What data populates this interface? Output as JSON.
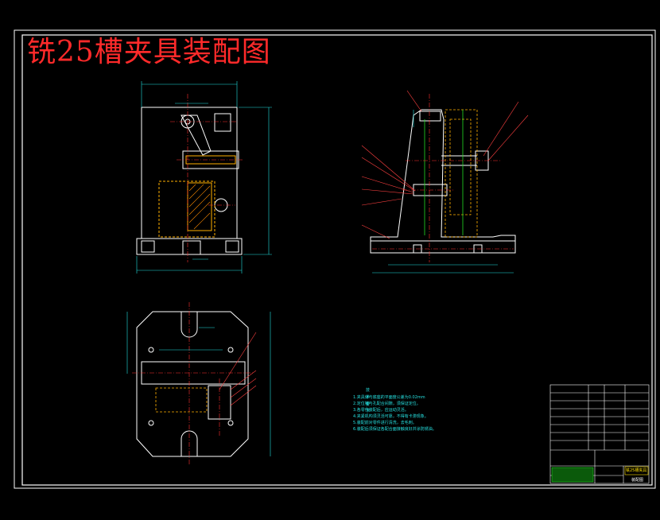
{
  "drawing": {
    "title": "铣25槽夹具装配图",
    "tech_requirements": {
      "heading": "技 术 要 求",
      "lines": [
        "1.夹具体与底座的平面度公差为0.02mm",
        "2.定位销与孔配合间隙，须保证定位。",
        "3.各零件装配后，应运动灵活。",
        "4.夹紧机构须灵活可靠，不得有卡滞现象。",
        "5.装配前对零件进行清洗，去毛刺。",
        "6.装配后须保证各配合面接触良好并涂防锈油。"
      ]
    },
    "title_block": {
      "drawing_name": "铣25槽夹具",
      "assembly_label": "装配图"
    }
  },
  "colors": {
    "background": "#000000",
    "outline": "#ffffff",
    "title": "#ff2a2a",
    "centerline": "#ff3030",
    "hidden": "#ffb000",
    "dimension": "#20e0e0",
    "hatch": "#ff8c00",
    "accent_green": "#22dd22",
    "leader": "#ff4040"
  }
}
